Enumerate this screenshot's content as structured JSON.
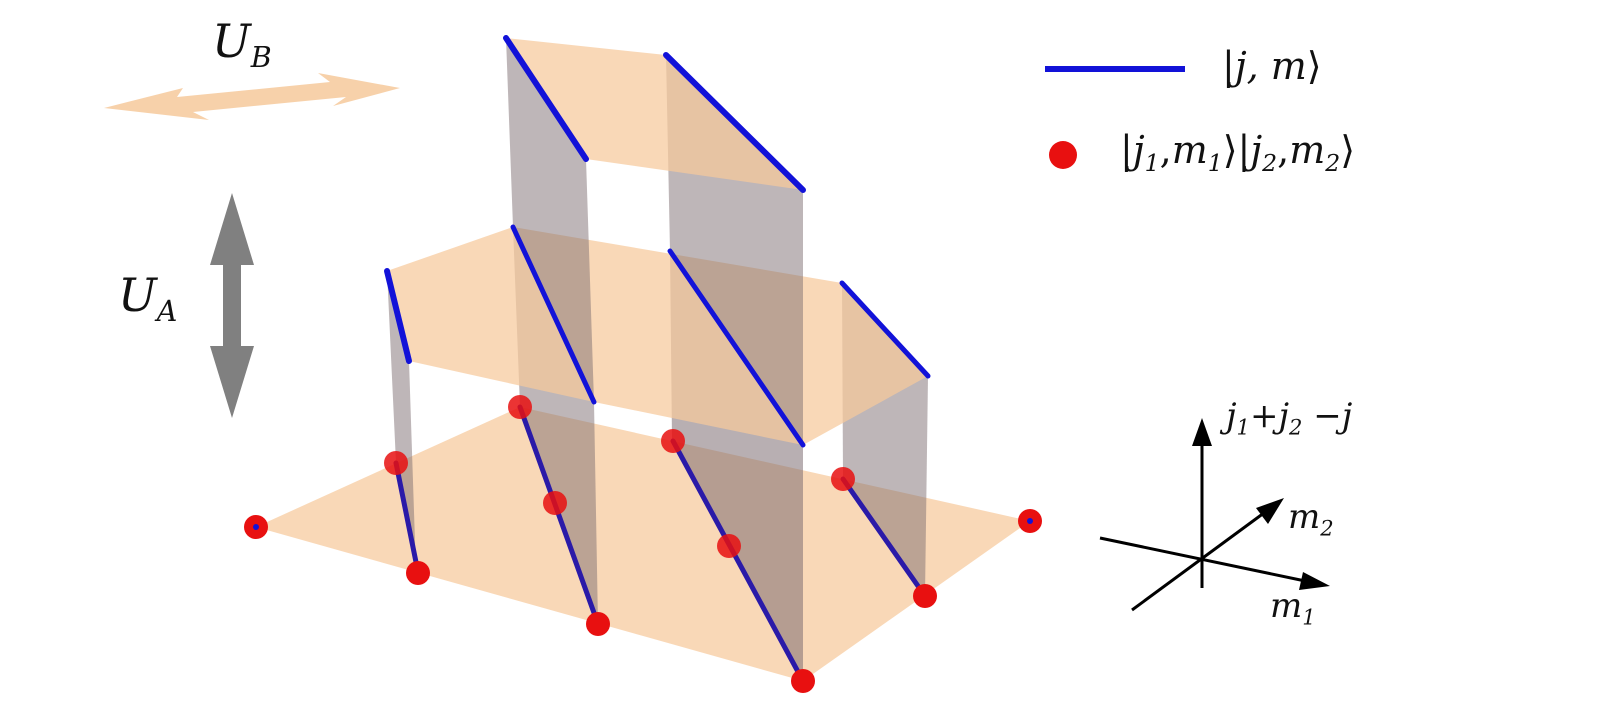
{
  "arrows": {
    "horizontal_label_base": "U",
    "horizontal_label_sub": "B",
    "vertical_label_base": "U",
    "vertical_label_sub": "A"
  },
  "legend": {
    "line": {
      "ket": "j, m"
    },
    "dot": {
      "j1": "j",
      "j1_sub": "1",
      "m1": "m",
      "m1_sub": "1",
      "j2": "j",
      "j2_sub": "2",
      "m2": "m",
      "m2_sub": "2"
    }
  },
  "axes": {
    "vertical": {
      "a": "j",
      "a_sub": "1",
      "plus": "+",
      "b": "j",
      "b_sub": "2",
      "minus": " −",
      "c": "j"
    },
    "depth": {
      "base": "m",
      "sub": "2"
    },
    "horizontal": {
      "base": "m",
      "sub": "1"
    }
  },
  "colors": {
    "sheet": "#f6c99b",
    "wall": "#7d6d72",
    "state_line": "#1212d8",
    "state_dot": "#e81010",
    "arrow_gray": "#808080"
  }
}
